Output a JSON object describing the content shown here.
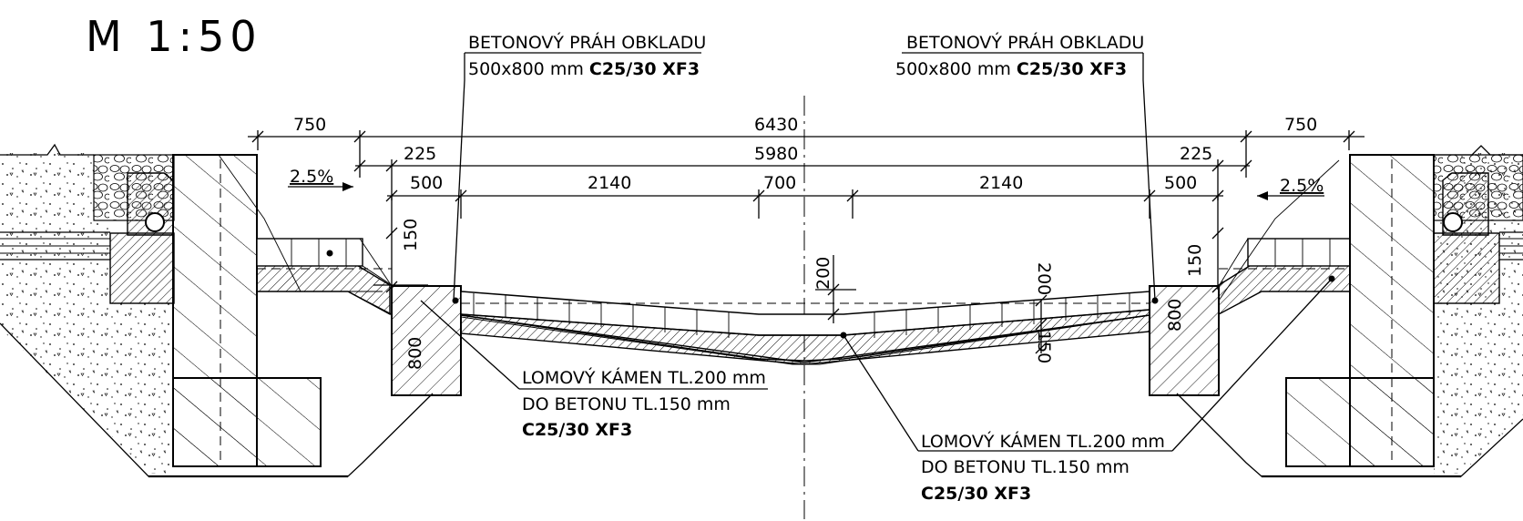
{
  "scale_label": "M 1:50",
  "callouts": {
    "sill_left": {
      "line1": "BETONOVÝ PRÁH OBKLADU",
      "line2_normal": "500x800 mm ",
      "line2_bold": "C25/30 XF3"
    },
    "sill_right": {
      "line1": "BETONOVÝ PRÁH OBKLADU",
      "line2_normal": "500x800 mm ",
      "line2_bold": "C25/30 XF3"
    },
    "stone_left": {
      "line1": "LOMOVÝ KÁMEN TL.200 mm",
      "line2": "DO BETONU TL.150 mm",
      "line3": "C25/30 XF3"
    },
    "stone_right": {
      "line1": "LOMOVÝ KÁMEN TL.200 mm",
      "line2": "DO BETONU TL.150 mm",
      "line3": "C25/30 XF3"
    }
  },
  "dimensions": {
    "total_width": "6430",
    "inner_width": "5980",
    "left_bank": "750",
    "right_bank": "750",
    "left_offset": "225",
    "right_offset": "225",
    "left_sill": "500",
    "right_sill": "500",
    "left_slope": "2140",
    "right_slope": "2140",
    "bottom": "700",
    "left_sill_top": "150",
    "right_sill_top": "150",
    "depth_center": "200",
    "depth_right": "200",
    "concrete_right": "150",
    "left_sill_height": "800",
    "right_sill_height": "800"
  },
  "slopes": {
    "left": "2.5%",
    "right": "2.5%"
  }
}
